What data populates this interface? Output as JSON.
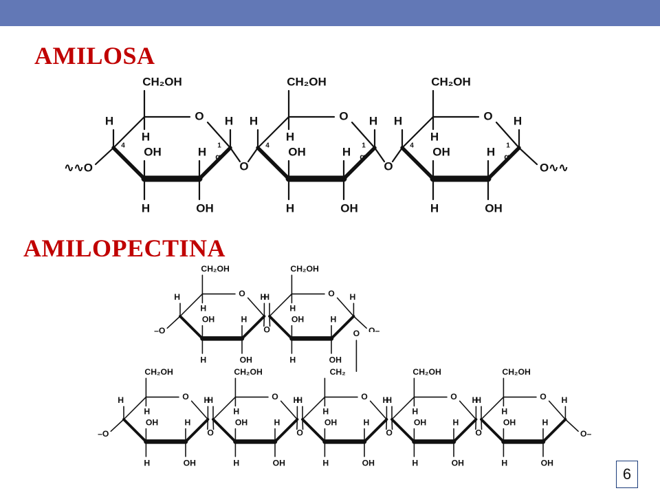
{
  "slide": {
    "accent_color": "#6278b6",
    "title_color": "#c00000",
    "page_number": "6"
  },
  "amilosa": {
    "title": "AMILOSA",
    "labels": {
      "ch2oh": "CH₂OH",
      "ring_o": "O",
      "h": "H",
      "oh": "OH",
      "bridge_o": "O",
      "c1": "1",
      "c4": "4",
      "alpha": "α",
      "chain_end": "∿∿O",
      "chain_end_right": "O∿∿"
    }
  },
  "amilopectina": {
    "title": "AMILOPECTINA",
    "labels": {
      "ch2oh": "CH₂OH",
      "ch2": "CH₂",
      "ring_o": "O",
      "h": "H",
      "oh": "OH",
      "bridge_o": "O",
      "chain_end": "–O",
      "chain_end_right": "O–"
    }
  }
}
